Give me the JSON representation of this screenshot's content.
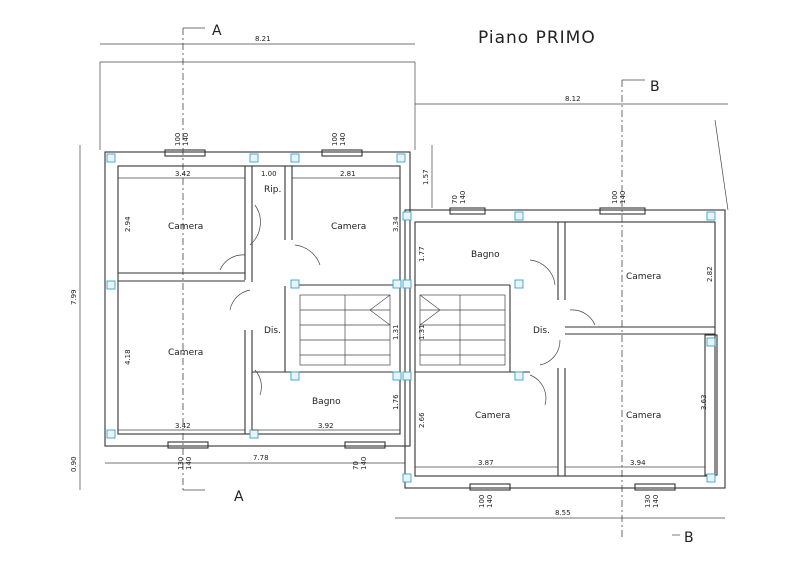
{
  "title": "Piano PRIMO",
  "section_markers": {
    "a": "A",
    "b": "B"
  },
  "rooms": {
    "camera_1": "Camera",
    "camera_2": "Camera",
    "camera_3": "Camera",
    "camera_4": "Camera",
    "camera_5": "Camera",
    "camera_6": "Camera",
    "bagno_1": "Bagno",
    "bagno_2": "Bagno",
    "ripostiglio": "Rip.",
    "dis_1": "Dis.",
    "dis_2": "Dis."
  },
  "dimensions": {
    "top_left_width": "8.21",
    "top_right_width": "8.12",
    "bottom_left_width": "7.78",
    "bottom_right_width": "8.55",
    "left_height": "7.99",
    "left_bottom": "0.90",
    "right_offset": "1.57",
    "cam1_w": "3.42",
    "rip_w": "1.00",
    "cam2_w": "2.81",
    "cam1_h": "2.94",
    "cam2_h": "3.34",
    "cam3_h": "4.18",
    "cam3_w": "3.42",
    "bagno_w": "3.92",
    "bagno_h": "1.76",
    "stair_1": "1.31",
    "stair_2": "1.31",
    "bagno2_h": "1.77",
    "cam4_h": "2.82",
    "cam5_h": "2.66",
    "cam5_w": "3.87",
    "cam6_h": "3.63",
    "cam6_w": "3.94",
    "win_100": "100",
    "win_140": "140",
    "win_130": "130",
    "win_70": "70"
  }
}
